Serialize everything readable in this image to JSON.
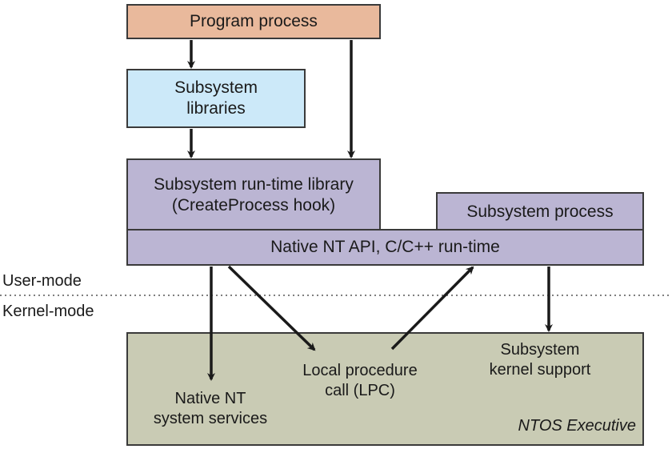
{
  "colors": {
    "program_process": "#e9b99c",
    "subsystem_libraries": "#cce9f9",
    "user_layer": "#bbb5d3",
    "kernel_executive": "#c9cbb4",
    "arrow": "#1a1a1a"
  },
  "boxes": {
    "program_process": "Program process",
    "subsystem_libraries": [
      "Subsystem",
      "libraries"
    ],
    "runtime_library": [
      "Subsystem run-time library",
      "(CreateProcess hook)"
    ],
    "subsystem_process": "Subsystem process",
    "native_api": "Native NT API, C/C++ run-time"
  },
  "boundary": {
    "user_mode": "User-mode",
    "kernel_mode": "Kernel-mode"
  },
  "kernel": {
    "native_services": [
      "Native NT",
      "system services"
    ],
    "lpc": [
      "Local procedure",
      "call (LPC)"
    ],
    "kernel_support": [
      "Subsystem",
      "kernel support"
    ],
    "executive": "NTOS Executive"
  }
}
